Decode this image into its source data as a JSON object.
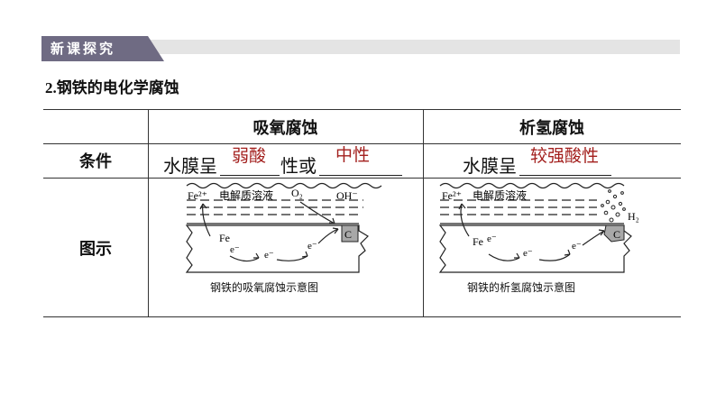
{
  "banner": {
    "label": "新课探究"
  },
  "section": {
    "title": "2.钢铁的电化学腐蚀"
  },
  "table": {
    "headers": {
      "col1": "吸氧腐蚀",
      "col2": "析氢腐蚀"
    },
    "row_labels": {
      "condition": "条件",
      "diagram": "图示"
    },
    "condition": {
      "absorb": {
        "prefix": "水膜呈",
        "answer1": "弱酸",
        "middle": "性或",
        "answer2": "中性"
      },
      "evolve": {
        "prefix": "水膜呈",
        "answer": "较强酸性"
      }
    },
    "diagram_left": {
      "fe2": "Fe²⁺",
      "electrolyte": "电解质溶液",
      "o2": "O₂",
      "oh": "OH⁻",
      "fe": "Fe",
      "e1": "e⁻",
      "e2": "e⁻",
      "e3": "e⁻",
      "c": "C",
      "caption": "钢铁的吸氧腐蚀示意图"
    },
    "diagram_right": {
      "fe2": "Fe²⁺",
      "electrolyte": "电解质溶液",
      "h2": "H₂",
      "fe": "Fe",
      "e1": "e⁻",
      "e2": "e⁻",
      "e3": "e⁻",
      "c": "C",
      "caption": "钢铁的析氢腐蚀示意图"
    }
  },
  "colors": {
    "answer": "#a3201e",
    "banner": "#6f6b83"
  }
}
